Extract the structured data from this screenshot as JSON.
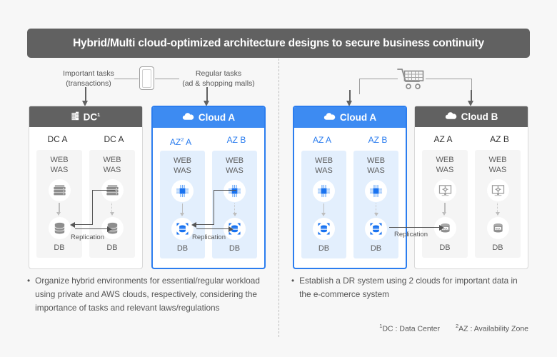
{
  "title": "Hybrid/Multi cloud-optimized architecture designs to secure business continuity",
  "colors": {
    "accent": "#3d8bf2",
    "gray_header": "#616161",
    "zone_blue": "#e3effd",
    "zone_gray": "#f5f5f5",
    "page_bg": "#f7f7f7"
  },
  "sources": {
    "left": {
      "line1": "Important tasks",
      "line2": "(transactions)",
      "icon": "mobile-phone-icon"
    },
    "right": {
      "line1": "Regular tasks",
      "line2": "(ad & shopping malls)",
      "icon": "shopping-cart-icon"
    },
    "cart_icon": "shopping-cart-icon"
  },
  "left_group": {
    "panels": [
      {
        "name": "dc",
        "header": "DC",
        "header_sup": "1",
        "header_icon": "building-icon",
        "style": "gray",
        "zones": [
          {
            "label": "DC A",
            "app_label": "WEB\nWAS",
            "app_line1": "WEB",
            "app_line2": "WAS",
            "compute_icon": "server-rack-icon",
            "db_icon": "database-cylinder-icon",
            "db_label": "DB"
          },
          {
            "label": "DC A",
            "app_label": "WEB\nWAS",
            "app_line1": "WEB",
            "app_line2": "WAS",
            "compute_icon": "server-rack-icon",
            "db_icon": "database-cylinder-icon",
            "db_label": "DB"
          }
        ],
        "replication_label": "Replication"
      },
      {
        "name": "cloud-a",
        "header": "Cloud A",
        "header_sup": "",
        "header_icon": "cloud-icon",
        "style": "blue",
        "zones": [
          {
            "label": "AZ",
            "label_sup": "2",
            "label_suffix": " A",
            "app_line1": "WEB",
            "app_line2": "WAS",
            "compute_icon": "ec2-chip-icon",
            "db_icon": "rds-database-icon",
            "db_label": "DB"
          },
          {
            "label": "AZ B",
            "app_line1": "WEB",
            "app_line2": "WAS",
            "compute_icon": "ec2-chip-icon",
            "db_icon": "rds-database-icon",
            "db_label": "DB"
          }
        ],
        "replication_label": "Replication"
      }
    ],
    "bullet": "Organize hybrid environments for essential/regular workload using private and AWS clouds, respectively, considering the importance of tasks and relevant laws/regulations"
  },
  "right_group": {
    "panels": [
      {
        "name": "cloud-a",
        "header": "Cloud A",
        "header_icon": "cloud-icon",
        "style": "blue",
        "zones": [
          {
            "label": "AZ A",
            "app_line1": "WEB",
            "app_line2": "WAS",
            "compute_icon": "ec2-chip-icon",
            "db_icon": "rds-database-icon",
            "db_label": "DB"
          },
          {
            "label": "AZ B",
            "app_line1": "WEB",
            "app_line2": "WAS",
            "compute_icon": "ec2-chip-icon",
            "db_icon": "rds-database-icon",
            "db_label": "DB"
          }
        ]
      },
      {
        "name": "cloud-b",
        "header": "Cloud B",
        "header_icon": "cloud-icon",
        "style": "gray",
        "zones": [
          {
            "label": "AZ A",
            "app_line1": "WEB",
            "app_line2": "WAS",
            "compute_icon": "vm-monitor-icon",
            "db_icon": "sql-database-icon",
            "db_label": "DB"
          },
          {
            "label": "AZ B",
            "app_line1": "WEB",
            "app_line2": "WAS",
            "compute_icon": "vm-monitor-icon",
            "db_icon": "sql-database-icon",
            "db_label": "DB"
          }
        ]
      }
    ],
    "replication_label": "Replication",
    "bullet": "Establish a DR system using 2 clouds for important data in the e-commerce system"
  },
  "footnotes": [
    {
      "sup": "1",
      "text": "DC : Data Center"
    },
    {
      "sup": "2",
      "text": "AZ : Availability Zone"
    }
  ],
  "bullet_marker": "•"
}
